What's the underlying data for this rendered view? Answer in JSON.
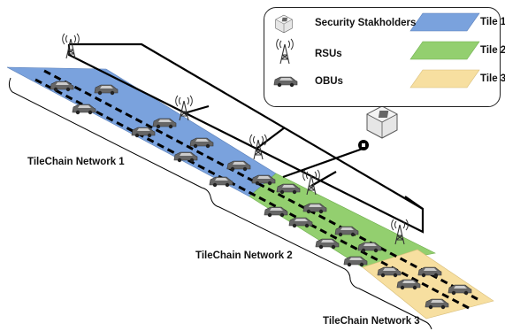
{
  "legend": {
    "security_stakeholders": "Security Stakholders",
    "rsus": "RSUs",
    "obus": "OBUs",
    "tile1": "Tile 1",
    "tile2": "Tile 2",
    "tile3": "Tile 3"
  },
  "networks": [
    {
      "label": "TileChain Network 1"
    },
    {
      "label": "TileChain Network 2"
    },
    {
      "label": "TileChain Network 3"
    }
  ],
  "colors": {
    "tile1": "#7aa2dd",
    "tile2": "#93cf6f",
    "tile3": "#f7dfa0",
    "line": "#000000"
  },
  "icons": [
    "server-cube-icon",
    "antenna-tower-icon",
    "car-icon",
    "lock-icon"
  ]
}
